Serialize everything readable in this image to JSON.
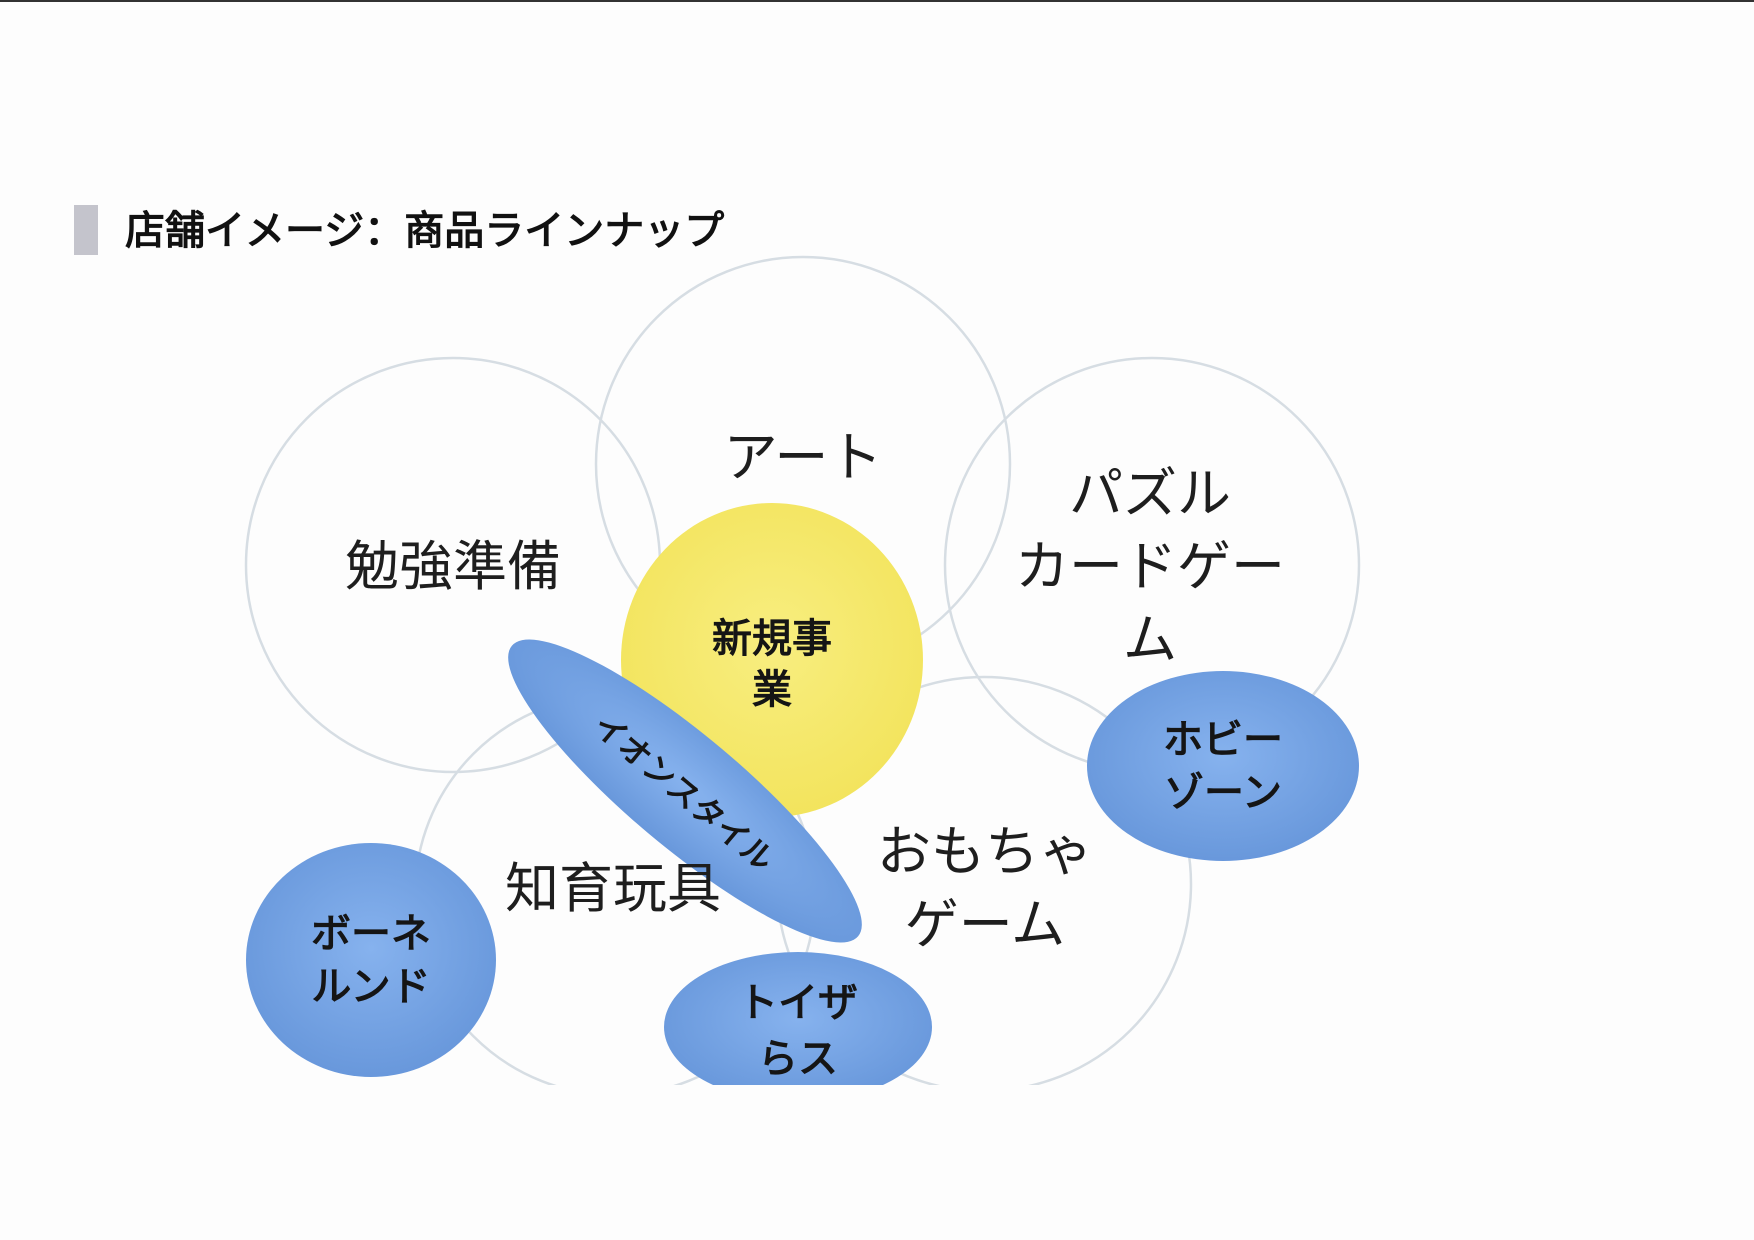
{
  "title": "店舗イメージ：商品ラインナップ",
  "colors": {
    "accent_bar": "#c4c4cc",
    "yellow": "#f5e86a",
    "blue": "#6f9fe0",
    "ring": "#d6dde3"
  },
  "categories": {
    "benkyou": "勉強準備",
    "art": "アート",
    "puzzle": [
      "パズル",
      "カードゲー",
      "ム"
    ],
    "chiiku": "知育玩具",
    "omocha": [
      "おもちゃ",
      "ゲーム"
    ]
  },
  "center": [
    "新規事",
    "業"
  ],
  "partners": {
    "aeon": "イオンスタイル",
    "hobby": [
      "ホビー",
      "ゾーン"
    ],
    "bornelund": [
      "ボーネ",
      "ルンド"
    ],
    "toysrus": [
      "トイザ",
      "らス"
    ]
  }
}
